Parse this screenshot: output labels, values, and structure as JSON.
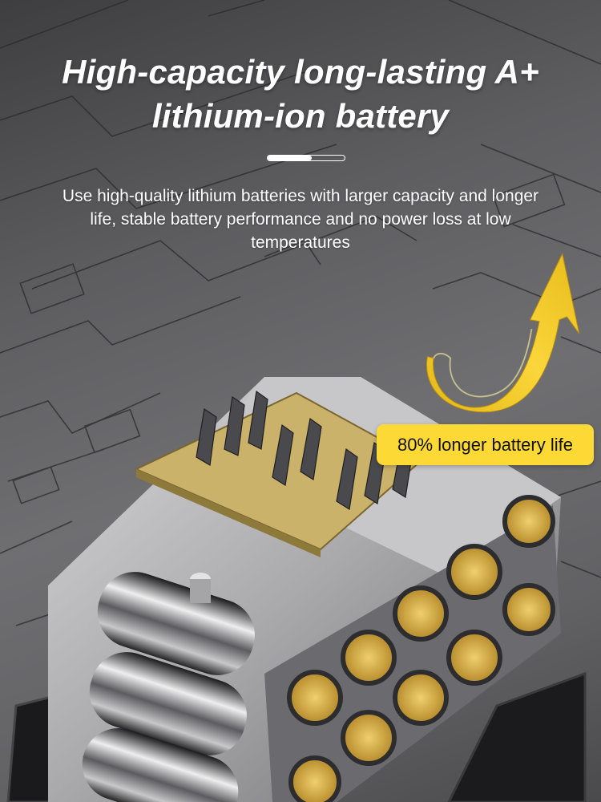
{
  "hero": {
    "title_line1": "High-capacity long-lasting A+",
    "title_line2": "lithium-ion battery",
    "progress_indicator": {
      "filled_fraction": 0.57
    },
    "description": "Use high-quality lithium batteries with larger capacity and longer life, stable battery performance and no power loss at low temperatures"
  },
  "callout": {
    "badge_text": "80% longer battery life",
    "badge_color": "#fcd935",
    "arrow_icon": "curved-up-arrow-icon",
    "arrow_color": "#f2c81e"
  },
  "product": {
    "image": "battery-pack-illustration",
    "cell_count_visible": 10,
    "contact_color": "#d9b44a"
  },
  "colors": {
    "background": "#5d5d60",
    "text": "#ffffff"
  }
}
